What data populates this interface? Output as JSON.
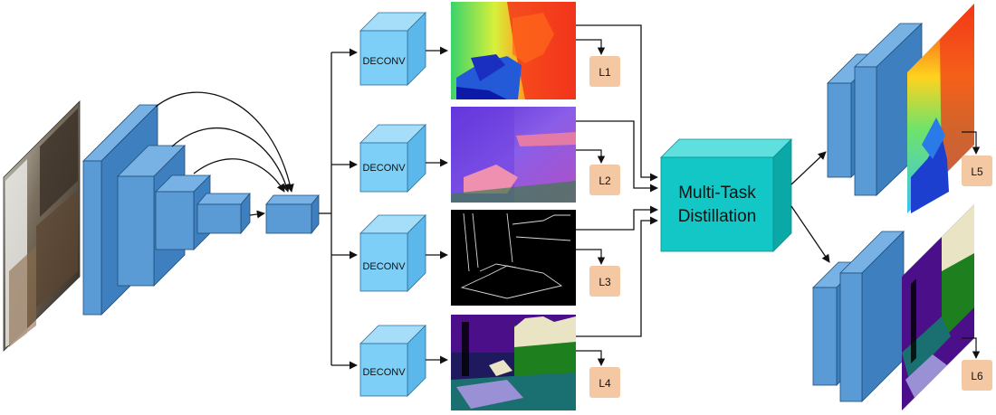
{
  "decoders": [
    {
      "label": "DECONV"
    },
    {
      "label": "DECONV"
    },
    {
      "label": "DECONV"
    },
    {
      "label": "DECONV"
    }
  ],
  "losses": [
    "L1",
    "L2",
    "L3",
    "L4",
    "L5",
    "L6"
  ],
  "distillation": {
    "line1": "Multi-Task",
    "line2": "Distillation"
  },
  "colors": {
    "encoder_face": "#5b9bd5",
    "encoder_top": "#78b1e3",
    "encoder_side": "#3e7fc0",
    "deconv_face": "#7dcff7",
    "distill_face": "#12c7c5",
    "loss_box": "#f5c8a4",
    "edge": "#1f4e79"
  }
}
